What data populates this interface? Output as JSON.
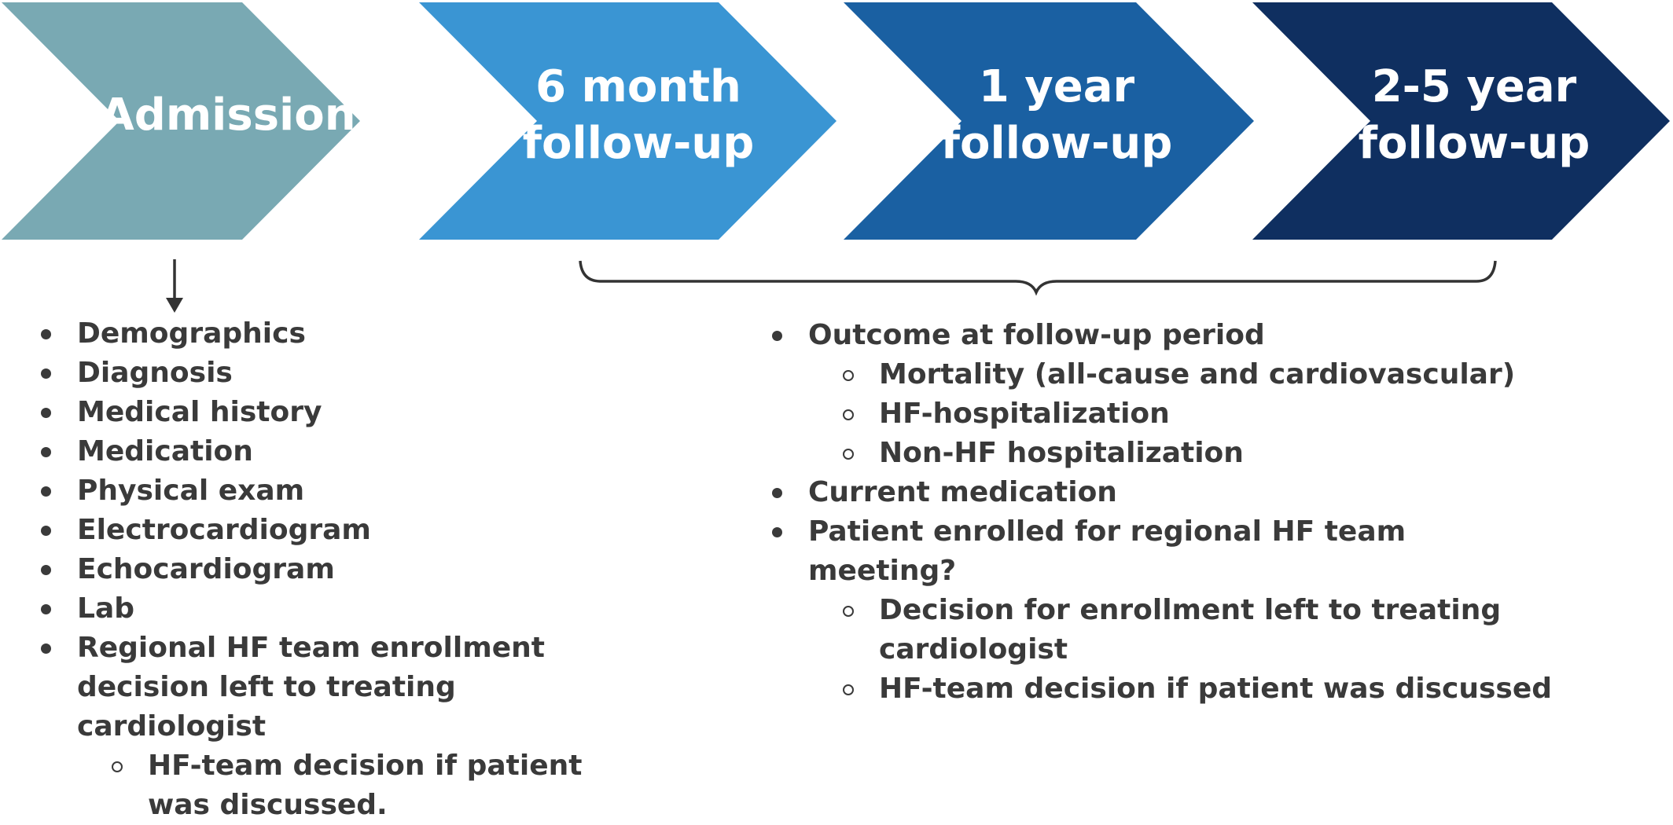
{
  "stages": [
    {
      "lines": [
        "Admission"
      ],
      "color": "#79a9b3"
    },
    {
      "lines": [
        "6 month",
        "follow-up"
      ],
      "color": "#3a95d3"
    },
    {
      "lines": [
        "1 year",
        "follow-up"
      ],
      "color": "#1a60a2"
    },
    {
      "lines": [
        "2-5 year",
        "follow-up"
      ],
      "color": "#0f2f60"
    }
  ],
  "admission_items": [
    {
      "text": "Demographics",
      "level": 1
    },
    {
      "text": "Diagnosis",
      "level": 1
    },
    {
      "text": "Medical history",
      "level": 1
    },
    {
      "text": "Medication",
      "level": 1
    },
    {
      "text": "Physical exam",
      "level": 1
    },
    {
      "text": "Electrocardiogram",
      "level": 1
    },
    {
      "text": "Echocardiogram",
      "level": 1
    },
    {
      "text": "Lab",
      "level": 1
    },
    {
      "text": "Regional HF team enrollment decision left to treating cardiologist",
      "level": 1
    },
    {
      "text": "HF-team decision if patient was discussed.",
      "level": 2
    }
  ],
  "followup_items": [
    {
      "text": "Outcome at follow-up period",
      "level": 1
    },
    {
      "text": "Mortality (all-cause and cardiovascular)",
      "level": 2
    },
    {
      "text": "HF-hospitalization",
      "level": 2
    },
    {
      "text": "Non-HF hospitalization",
      "level": 2
    },
    {
      "text": "Current medication",
      "level": 1
    },
    {
      "text": "Patient enrolled  for regional HF team meeting?",
      "level": 1
    },
    {
      "text": "Decision for enrollment left to treating cardiologist",
      "level": 2
    },
    {
      "text": "HF-team decision if patient was discussed",
      "level": 2
    }
  ],
  "colors": {
    "text": "#3a3a3a",
    "connector": "#333333"
  }
}
